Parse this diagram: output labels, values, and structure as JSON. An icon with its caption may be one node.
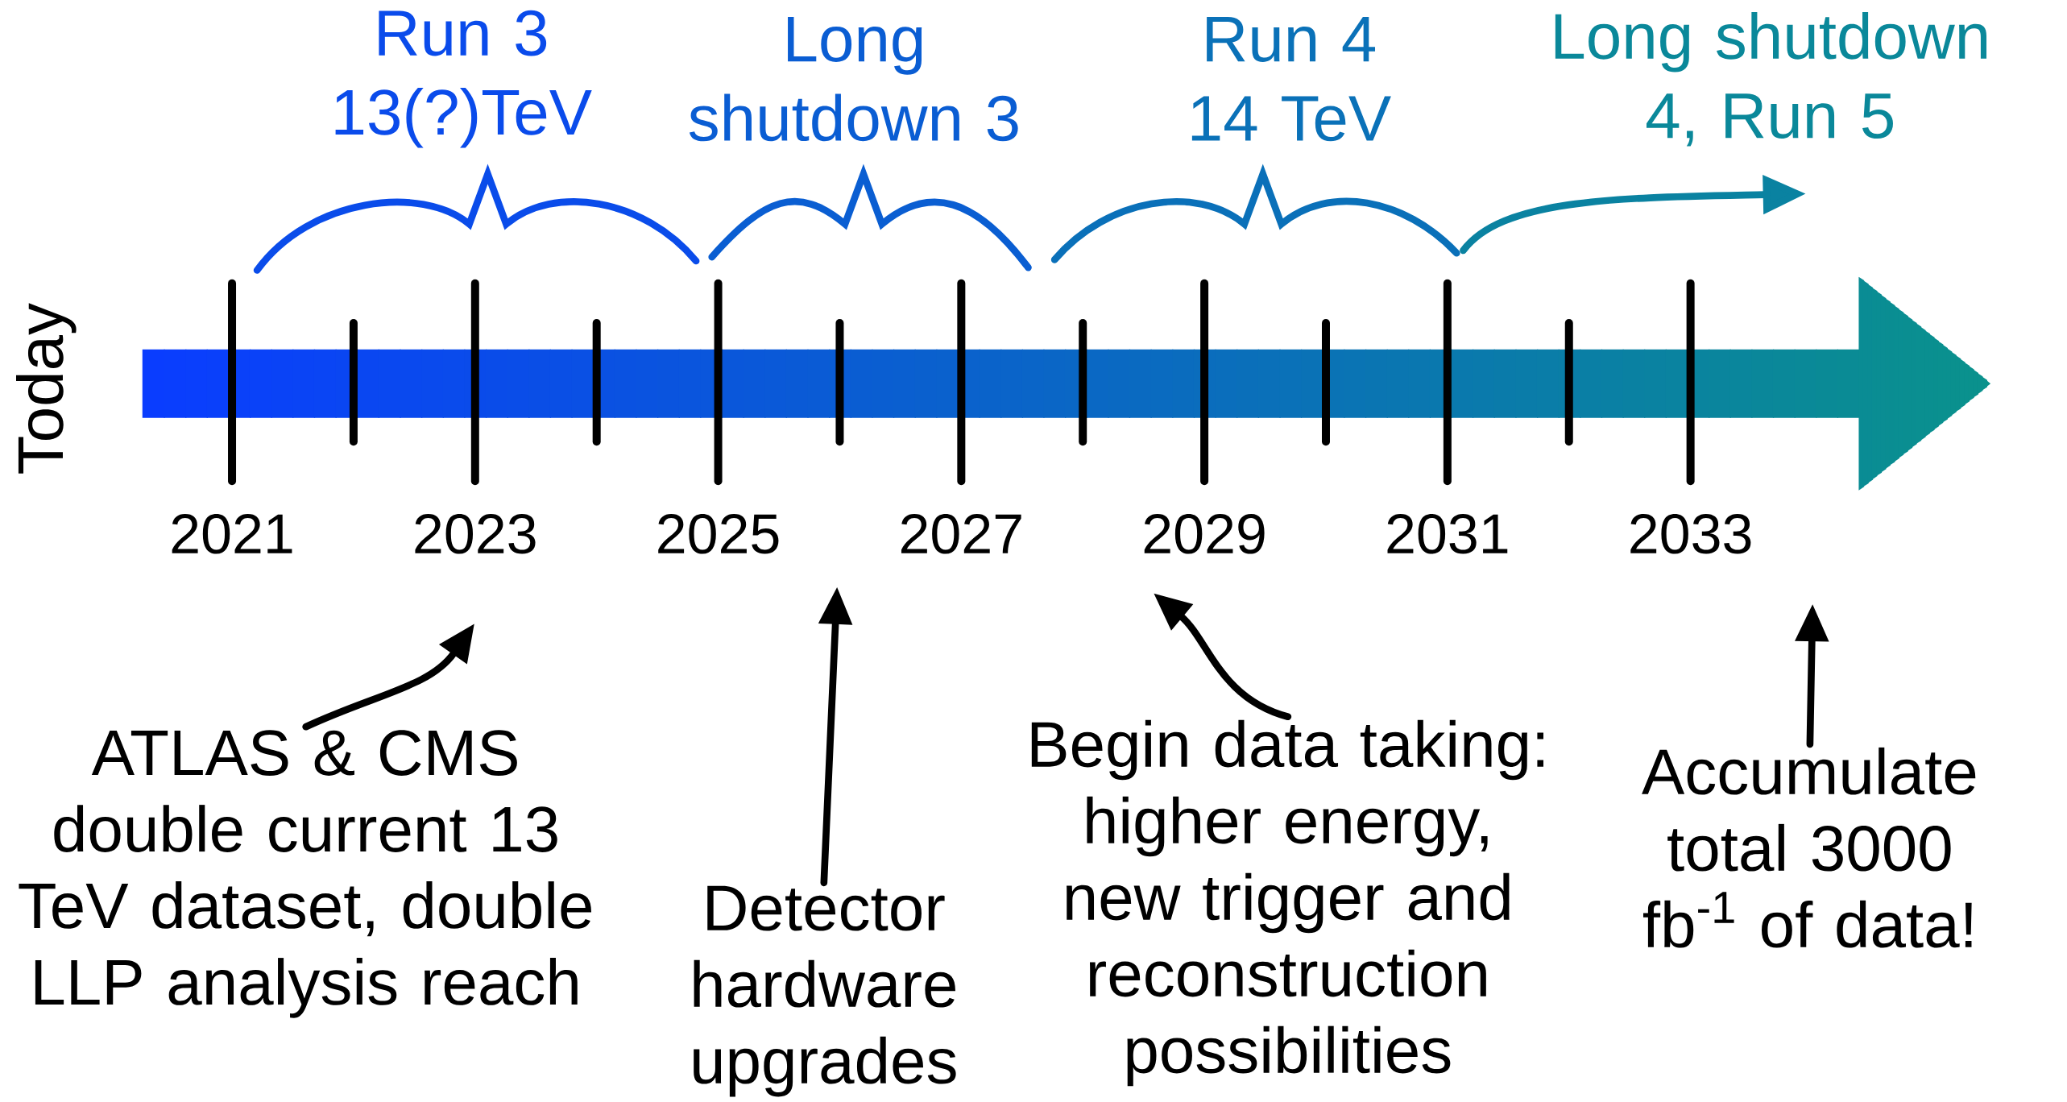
{
  "diagram": {
    "nodes": [
      {
        "text": [
          "ATLAS & CMS double current 13 TeV dataset, double LLP analysis reach"
        ]
      },
      {
        "text": [
          "Detector hardware upgrades"
        ]
      },
      {
        "text": [
          "Begin data taking: higher energy, new trigger and reconstruction possibilities"
        ]
      },
      {
        "text": [
          "Accumulate total 3000 fb$^{-1}$ of data!"
        ]
      }
    ],
    "edges": [
      {
        "from": 0,
        "to": null,
        "arrow": "to"
      },
      {
        "from": 1,
        "to": null,
        "arrow": "to"
      },
      {
        "from": 2,
        "to": null,
        "arrow": "to"
      },
      {
        "from": 3,
        "to": null,
        "arrow": "to"
      }
    ],
    "labels": [
      "Run 3 13(?)TeV",
      "Long shutdown 3",
      "Run 4 14 TeV",
      "Long shutdown 4, Run 5",
      "Today",
      "2021",
      "2023",
      "2025",
      "2027",
      "2029",
      "2031",
      "2033"
    ]
  }
}
